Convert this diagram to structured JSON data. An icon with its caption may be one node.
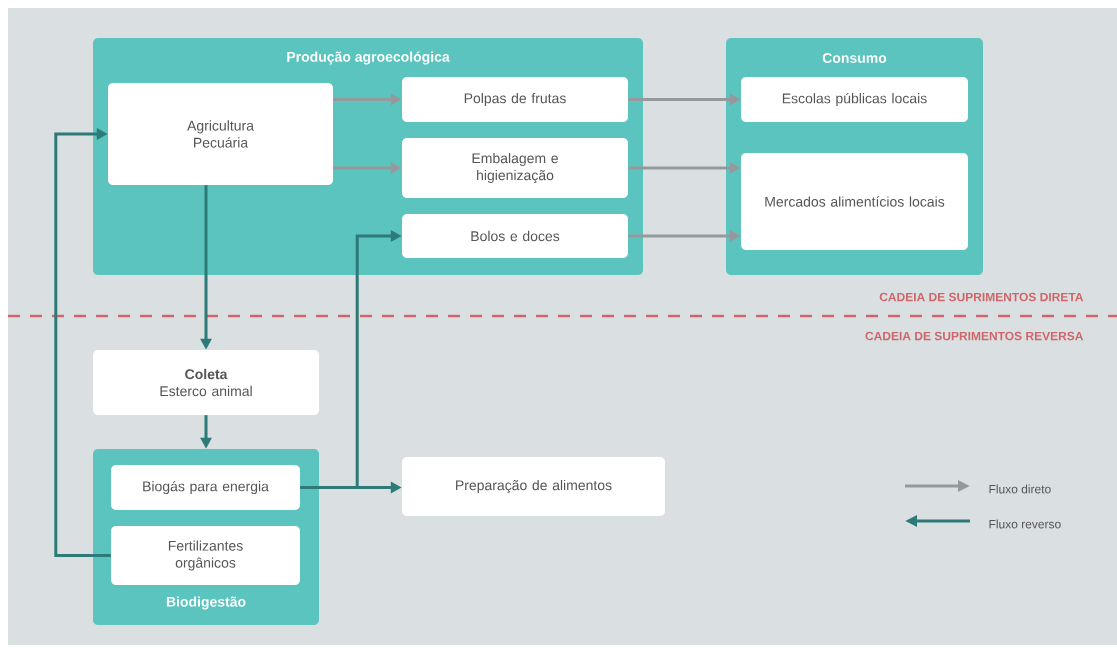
{
  "diagram": {
    "nodes": [
      {
        "text": [
          "Produção agroecológica"
        ]
      },
      {
        "text": [
          "Agricultura",
          "Pecuária"
        ],
        "in": 0
      },
      {
        "text": [
          "Polpas de frutas"
        ],
        "in": 0
      },
      {
        "text": [
          "Embalagem e higienização"
        ],
        "in": 0
      },
      {
        "text": [
          "Bolos e doces"
        ],
        "in": 0
      },
      {
        "text": [
          "Consumo"
        ]
      },
      {
        "text": [
          "Escolas públicas locais"
        ],
        "in": 5
      },
      {
        "text": [
          "Mercados alimentícios locais"
        ],
        "in": 5
      },
      {
        "text": [
          "Coleta",
          "Esterco animal"
        ]
      },
      {
        "text": [
          "Biodigestão"
        ]
      },
      {
        "text": [
          "Biogás para energia"
        ],
        "in": 9
      },
      {
        "text": [
          "Fertilizantes orgânicos"
        ],
        "in": 9
      },
      {
        "text": [
          "Preparação de alimentos"
        ]
      }
    ],
    "edges": [
      {
        "from": 1,
        "to": 2,
        "arrow": "to"
      },
      {
        "from": 1,
        "to": 3,
        "arrow": "to"
      },
      {
        "from": 2,
        "to": 6,
        "arrow": "to"
      },
      {
        "from": 3,
        "to": 7,
        "arrow": "to"
      },
      {
        "from": 4,
        "to": 7,
        "arrow": "to"
      },
      {
        "from": 1,
        "to": 8,
        "arrow": "to",
        "color": "#2e7a78"
      },
      {
        "from": 8,
        "to": 9,
        "arrow": "to",
        "color": "#2e7a78"
      },
      {
        "from": 10,
        "to": 12,
        "arrow": "to",
        "color": "#2e7a78"
      },
      {
        "from": 10,
        "to": 4,
        "arrow": "to",
        "color": "#2e7a78"
      },
      {
        "from": 11,
        "to": 1,
        "arrow": "to",
        "color": "#2e7a78"
      }
    ],
    "labels": [
      "CADEIA DE SUPRIMENTOS DIRETA",
      "CADEIA DE SUPRIMENTOS REVERSA"
    ],
    "legend": [
      {
        "text": "Fluxo direto"
      },
      {
        "text": "Fluxo reverso"
      }
    ]
  }
}
